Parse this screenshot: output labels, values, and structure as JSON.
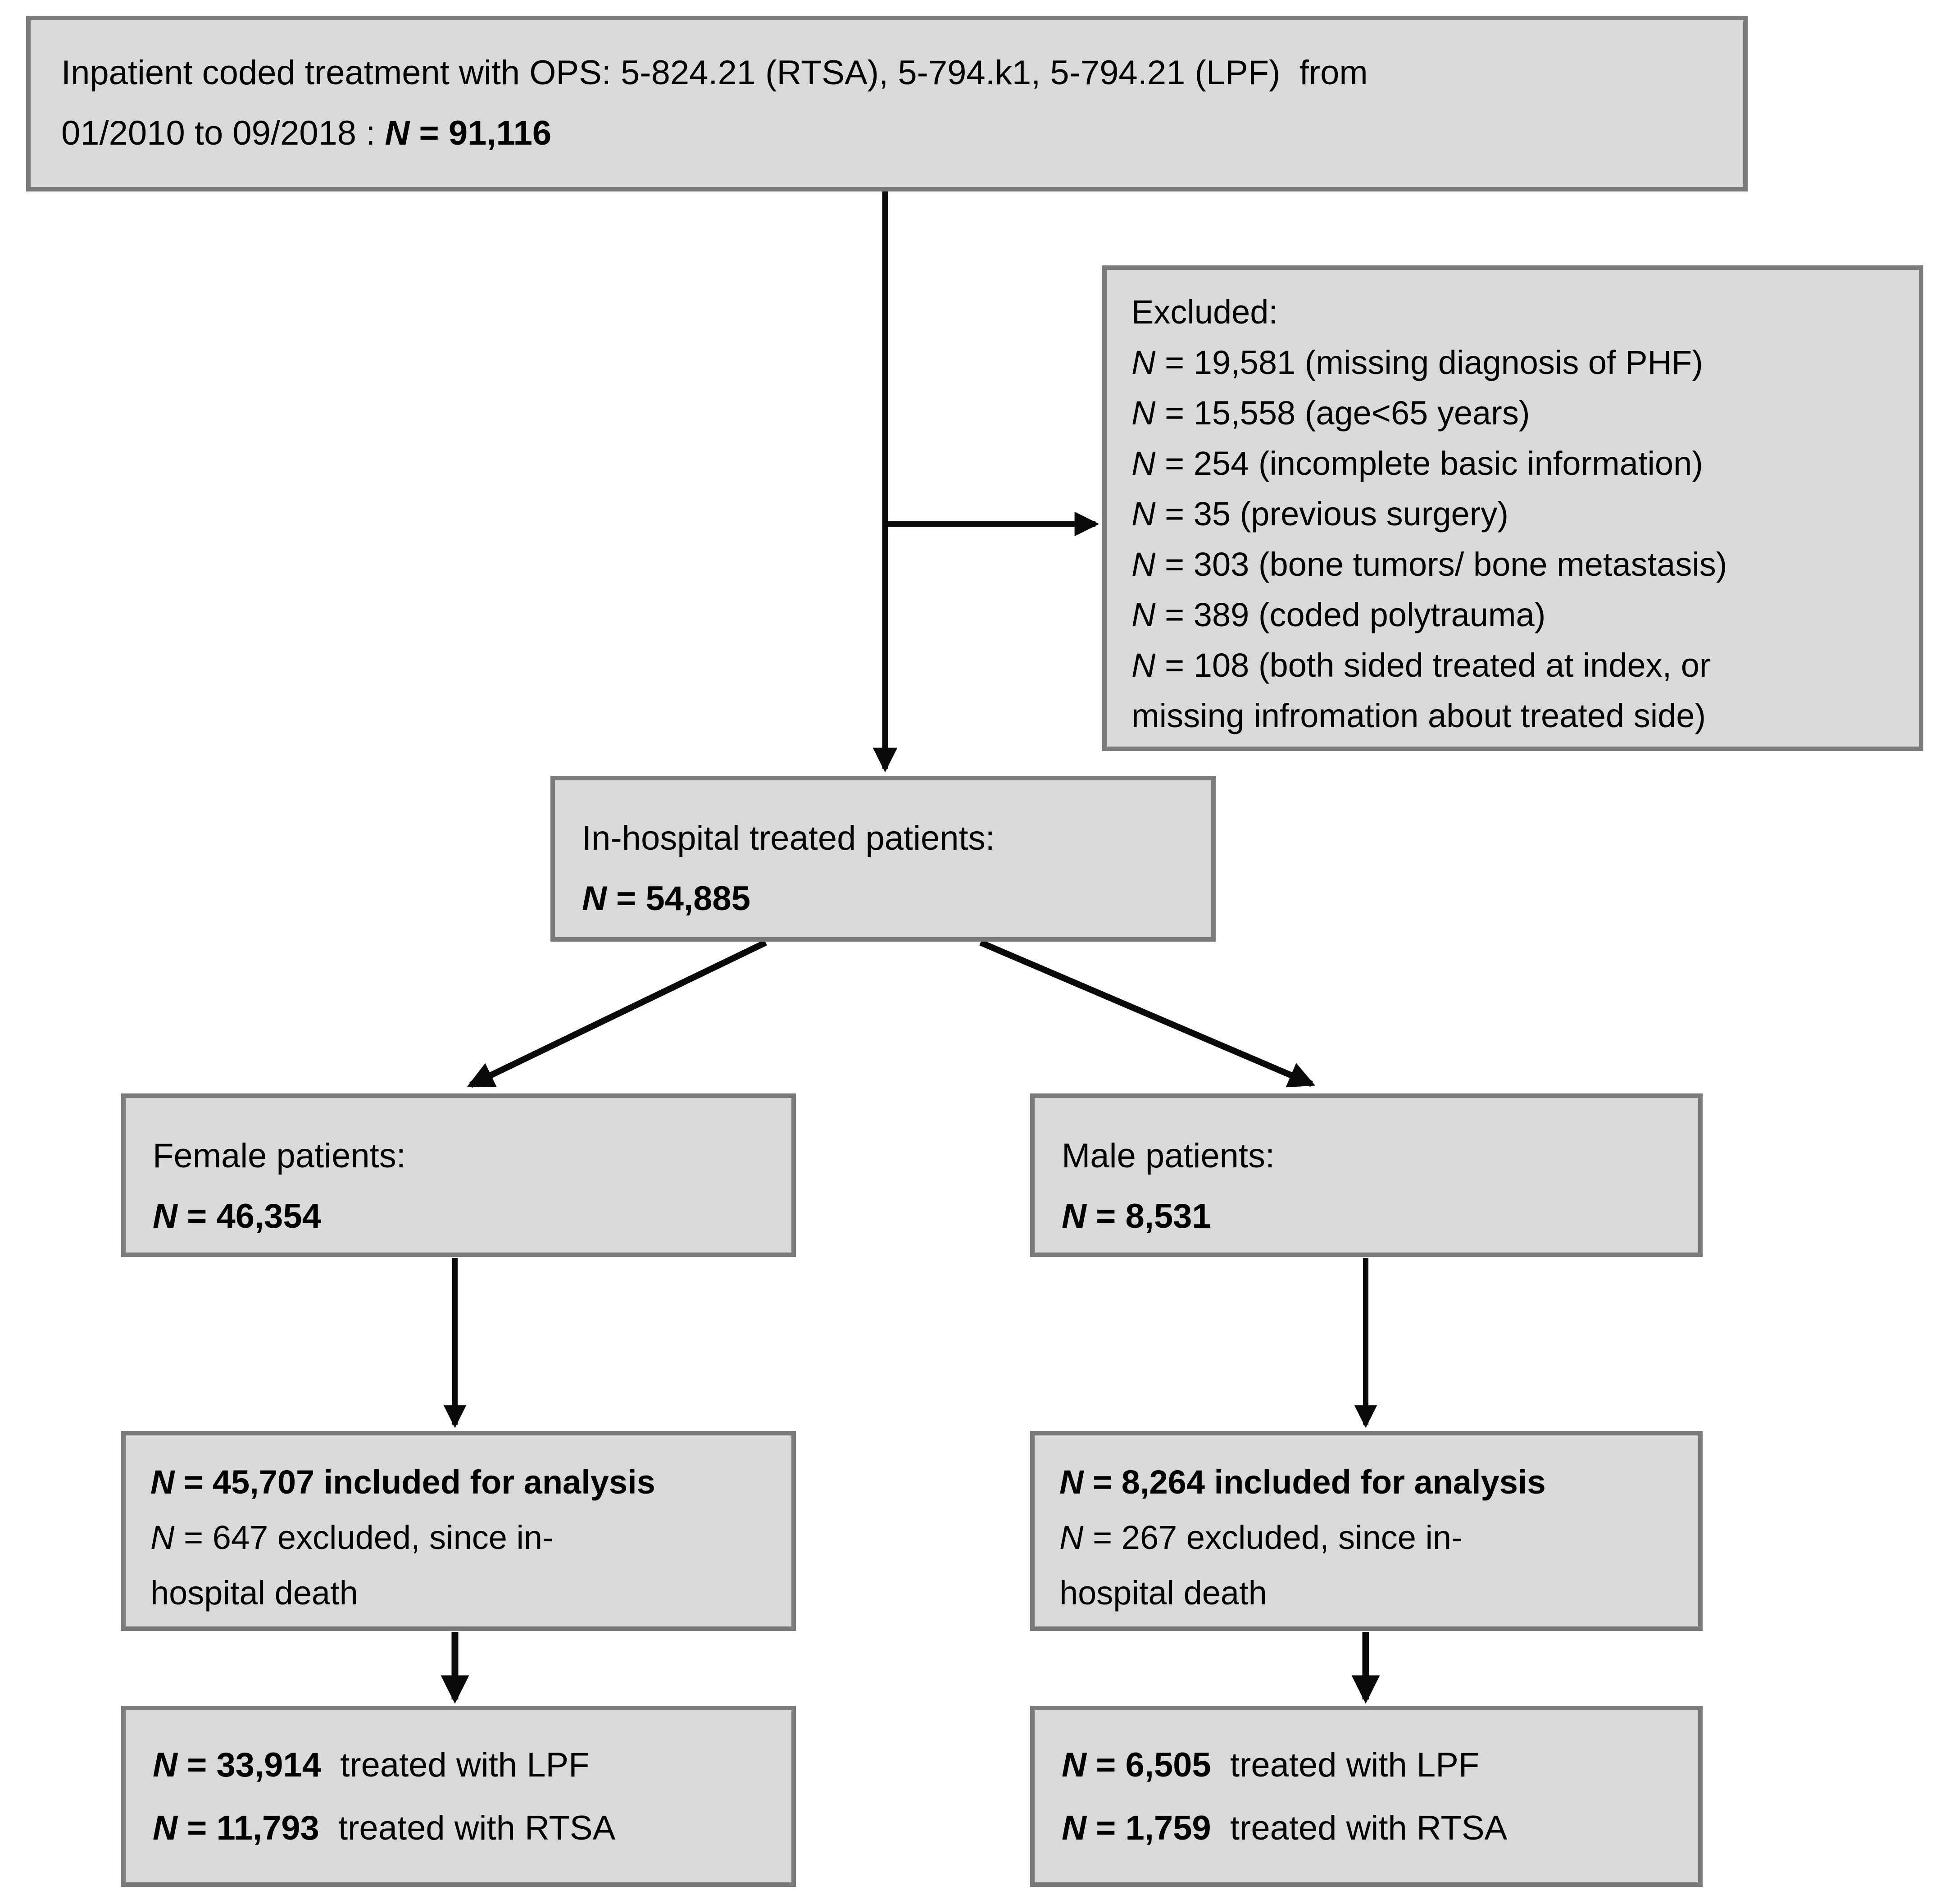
{
  "palette": {
    "background": "#ffffff",
    "box_fill": "#d9d9d9",
    "box_border": "#7b7b7b",
    "arrow_color": "#0a0a0a",
    "text_color": "#000000"
  },
  "top_box": {
    "line1": "Inpatient coded treatment with OPS: 5-824.21 (RTSA), 5-794.k1, 5-794.21 (LPF)  from",
    "line2_prefix": "01/2010 to 09/2018 : ",
    "n_symbol": "N",
    "line2_value": " = 91,116"
  },
  "excluded_box": {
    "title": "Excluded:",
    "items": [
      {
        "n": "N",
        "text": " = 19,581 (missing diagnosis of PHF)"
      },
      {
        "n": "N",
        "text": " = 15,558 (age<65 years)"
      },
      {
        "n": "N",
        "text": " = 254 (incomplete basic information)"
      },
      {
        "n": "N",
        "text": " = 35 (previous surgery)"
      },
      {
        "n": "N",
        "text": " = 303 (bone tumors/ bone metastasis)"
      },
      {
        "n": "N",
        "text": " = 389 (coded polytrauma)"
      },
      {
        "n": "N",
        "text": " = 108 (both sided treated at index, or"
      }
    ],
    "overflow_line": "missing infromation about treated side)"
  },
  "mid_box": {
    "line1": "In-hospital treated patients:",
    "n_symbol": "N",
    "value": " = 54,885"
  },
  "female_box": {
    "line1": "Female patients:",
    "n_symbol": "N",
    "value": " = 46,354"
  },
  "male_box": {
    "line1": "Male patients:",
    "n_symbol": "N",
    "value": " = 8,531"
  },
  "female_analysis_box": {
    "n1": "N",
    "included": " = 45,707 included for analysis",
    "n2": "N",
    "excluded_line": " = 647 excluded, since in-",
    "excluded_cont": "hospital death"
  },
  "male_analysis_box": {
    "n1": "N",
    "included": " = 8,264 included for analysis",
    "n2": "N",
    "excluded_line": " = 267 excluded, since in-",
    "excluded_cont": "hospital death"
  },
  "female_outcome_box": {
    "n1": "N",
    "lpf_value": " = 33,914",
    "lpf_label": "  treated with LPF",
    "n2": "N",
    "rtsa_value": " = 11,793",
    "rtsa_label": "  treated with RTSA"
  },
  "male_outcome_box": {
    "n1": "N",
    "lpf_value": " = 6,505",
    "lpf_label": "  treated with LPF",
    "n2": "N",
    "rtsa_value": " = 1,759",
    "rtsa_label": "  treated with RTSA"
  }
}
